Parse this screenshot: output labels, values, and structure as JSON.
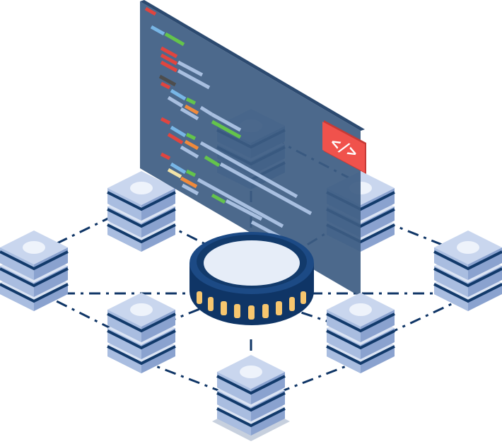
{
  "illustration": {
    "server_nodes": [
      {
        "id": "far-left"
      },
      {
        "id": "top-left"
      },
      {
        "id": "top-right"
      },
      {
        "id": "far-right"
      },
      {
        "id": "mid-left"
      },
      {
        "id": "mid-right"
      },
      {
        "id": "bottom"
      },
      {
        "id": "behind-panel"
      }
    ],
    "hub": {
      "icon": "database-coin-icon"
    },
    "code_panel": {
      "badge_text": "</>",
      "badge_icon": "code-brackets-icon"
    }
  },
  "colors": {
    "navy": "#0f3566",
    "panel": "#3d5c82",
    "server_top": "#c9d6ee",
    "server_left": "#a9bde0",
    "server_right": "#8aa2cf",
    "server_stripe": "#123a6b",
    "badge": "#f0524c",
    "hub_fill": "#e6edf8",
    "hub_slot": "#f7c66e",
    "code_red": "#e0453f",
    "code_green": "#64c44b",
    "code_blue": "#78b6e6",
    "code_orange": "#f08a3c",
    "code_light": "#a8bfe0",
    "code_yellow": "#f2e4a8"
  }
}
